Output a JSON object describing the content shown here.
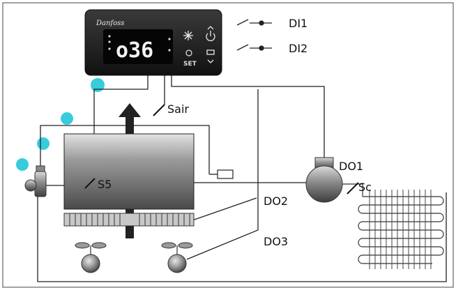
{
  "controller": {
    "logo": "Danfoss",
    "display_value": "o36",
    "set_label": "SET"
  },
  "labels": {
    "di1": "DI1",
    "di2": "DI2",
    "sair": "Sair",
    "s5": "S5",
    "do1": "DO1",
    "sc": "Sc",
    "do2": "DO2",
    "do3": "DO3"
  },
  "icons": [
    "snowflake-icon",
    "power-icon",
    "defrost-icon",
    "up-arrow-icon",
    "down-arrow-icon",
    "fan-icon",
    "compressor-icon",
    "expansion-valve-icon",
    "condenser-coil-icon",
    "airflow-arrow-icon"
  ],
  "colors": {
    "line": "#222222",
    "device_fill": "#555555",
    "panel": "#222222",
    "watermark": "#22c7d9"
  }
}
